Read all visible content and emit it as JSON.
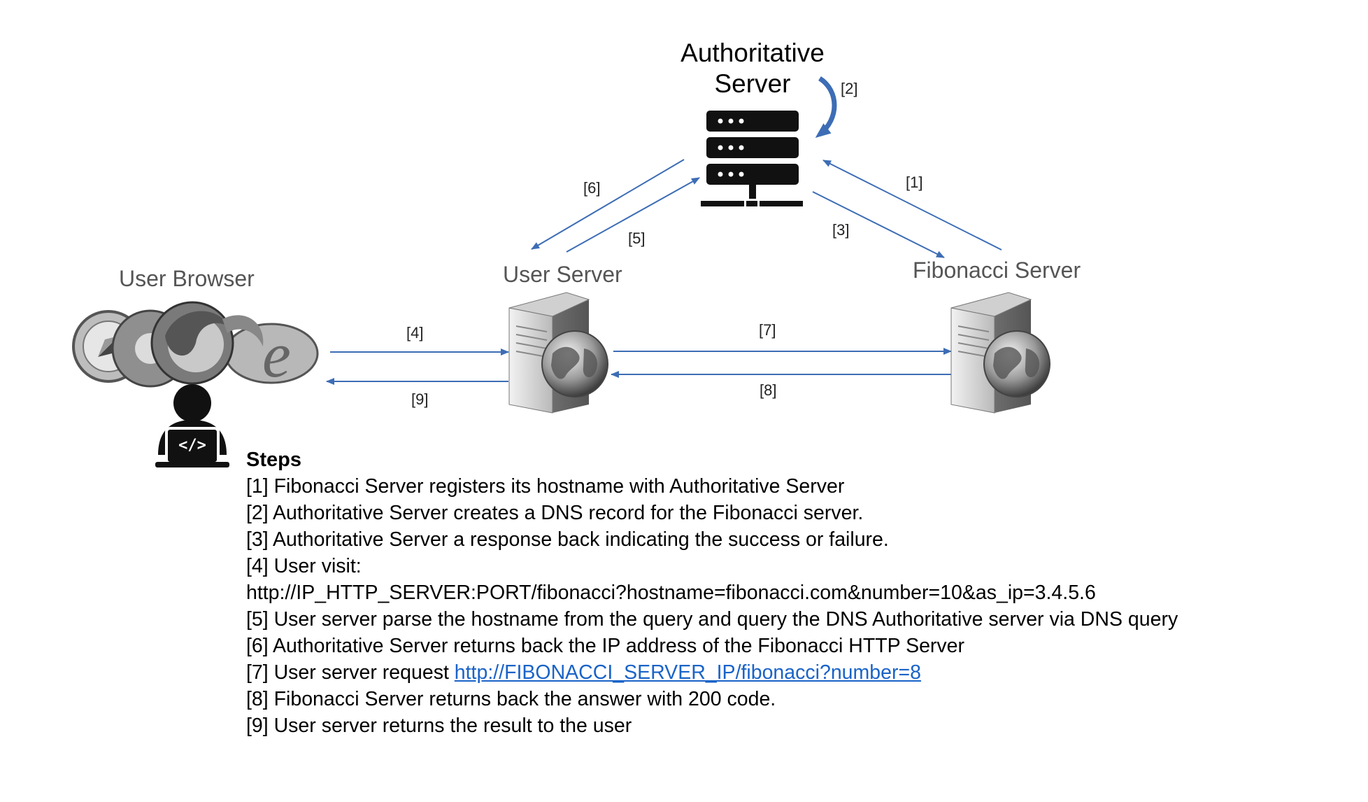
{
  "nodes": {
    "authoritative_server": {
      "line1": "Authoritative",
      "line2": "Server"
    },
    "user_browser": "User Browser",
    "user_server": "User Server",
    "fibonacci_server": "Fibonacci Server"
  },
  "edge_labels": {
    "e1": "[1]",
    "e2": "[2]",
    "e3": "[3]",
    "e4": "[4]",
    "e5": "[5]",
    "e6": "[6]",
    "e7": "[7]",
    "e8": "[8]",
    "e9": "[9]"
  },
  "icons": {
    "code_badge": "</>"
  },
  "steps": {
    "heading": "Steps",
    "s1": "[1] Fibonacci Server registers its hostname with Authoritative Server",
    "s2": "[2] Authoritative Server creates a DNS record for the Fibonacci server.",
    "s3": "[3] Authoritative Server a response back indicating the success or failure.",
    "s4": "[4] User visit:",
    "s4_url": "http://IP_HTTP_SERVER:PORT/fibonacci?hostname=fibonacci.com&number=10&as_ip=3.4.5.6",
    "s5": "[5] User server parse the hostname from the query and query the DNS Authoritative server via DNS query",
    "s6": "[6] Authoritative Server returns back the IP address of the Fibonacci HTTP Server",
    "s7_prefix": "[7] User server request",
    "s7_link": "http://FIBONACCI_SERVER_IP/fibonacci?number=8",
    "s8": "[8] Fibonacci Server returns back the answer with 200 code.",
    "s9": "[9] User server returns the result to the user"
  },
  "colors": {
    "arrow": "#3d6db5",
    "link": "#1a63c8",
    "label_gray": "#555555"
  }
}
